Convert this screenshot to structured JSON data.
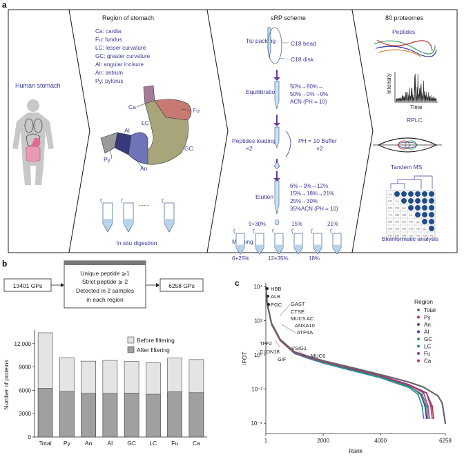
{
  "panel_a": {
    "label": "a",
    "col1": {
      "title": "Human stomach"
    },
    "col2": {
      "title": "Region of stomach",
      "legend": [
        "Ca: cardia",
        "Fu: fundus",
        "LC: lesser curvature",
        "GC: greater curvature",
        "AI: angular incisure",
        "An: antrum",
        "Py: pylorus"
      ],
      "region_labels": {
        "Ca": "Ca",
        "Fu": "Fu",
        "LC": "LC",
        "GC": "GC",
        "AI": "AI",
        "An": "An",
        "Py": "Py"
      },
      "caption": "In situ digestion",
      "dots": "......"
    },
    "col3": {
      "title": "sRP scheme",
      "tip_packing": "Tip packing",
      "c18_bead": "C18 bead",
      "c18_disk": "C18 disk",
      "equilibration": "Equilibration",
      "eq_lines": [
        "50%→80%→",
        "50%→0%→0%",
        "ACN (PH = 10)"
      ],
      "peptides_loading": [
        "Peptides loading",
        "×2"
      ],
      "ph_buffer": [
        "PH = 10 Buffer",
        "×2"
      ],
      "elution": "Elution",
      "elution_lines": [
        "6%→9%→12%",
        "15%→18%→21%",
        "25%→30%",
        "35%ACN (PH = 10)"
      ],
      "merging": "Merging",
      "tube_labels_top": [
        "9+30%",
        "15%",
        "21%"
      ],
      "tube_labels_bottom": [
        "6+25%",
        "12+35%",
        "18%"
      ]
    },
    "col4": {
      "title": "80 proteomes",
      "peptides": "Peptides",
      "intensity": "Intensity",
      "time": "Time",
      "rplc": "RPLC",
      "tandem_ms": "Tandem MS",
      "bioinformatic": "Bioinformatic analysis",
      "matrix_labels": [
        "Ca",
        "Fu",
        "GC",
        "LC",
        "AI",
        "An",
        "Py"
      ],
      "matrix_values": [
        "0.34",
        "0.93",
        "0.93",
        "0.9",
        "0.88",
        "0.88",
        "0.93",
        "0.91",
        "0.91",
        "0.90",
        "0.92",
        "0.90",
        "0.89",
        "0.93",
        "0.92",
        "0.91",
        "0.89",
        "0.88",
        "0.90",
        "0.90",
        "0.89"
      ]
    }
  },
  "panel_b": {
    "label": "b",
    "left_box": "13401 GPs",
    "right_box": "6258 GPs",
    "filter_lines": [
      "Unique peptide ⩾1",
      "Strict peptide ⩾ 2",
      "Detected in 2 samples",
      "in each region"
    ],
    "colors": {
      "before": "#e4e4e4",
      "after": "#a0a0a0"
    }
  },
  "panel_c": {
    "label": "c",
    "colors": {
      "Total": "#666666",
      "Py": "#b23a3a",
      "An": "#7a3a8a",
      "AI": "#3a3a9a",
      "GC": "#2f9a5a",
      "LC": "#2f8a9a",
      "Fu": "#8a3a8a",
      "Ca": "#c03080"
    },
    "annotations": [
      "HBB",
      "ALB",
      "PGC",
      "GAST",
      "CTSE",
      "MUC5 AC",
      "ANXA10",
      "ATP4A",
      "TFF2",
      "CLDN18",
      "VSIG1",
      "GIF",
      "MUC6"
    ]
  },
  "chart_data": [
    {
      "type": "bar",
      "categories": [
        "Total",
        "Py",
        "An",
        "AI",
        "GC",
        "LC",
        "Fu",
        "Ca"
      ],
      "series": [
        {
          "name": "Before filtering",
          "values": [
            13401,
            10200,
            9750,
            9850,
            9700,
            9550,
            10150,
            9950
          ]
        },
        {
          "name": "After filtering",
          "values": [
            6258,
            5850,
            5600,
            5600,
            5650,
            5500,
            5800,
            5700
          ]
        }
      ],
      "ylabel": "Number of proteins",
      "yticks": [
        0,
        3000,
        6000,
        9000,
        12000
      ],
      "ytick_labels": [
        "0",
        "3000",
        "6000",
        "9000",
        "12,000"
      ],
      "ylim": [
        0,
        13401
      ],
      "legend": "top-right"
    },
    {
      "type": "line",
      "xlabel": "Rank",
      "ylabel": "iFOT",
      "xticks": [
        1,
        2000,
        4000,
        6258
      ],
      "xtick_labels": [
        "1",
        "2000",
        "4000",
        "6258"
      ],
      "yscale": "log",
      "yticks": [
        0.0001,
        0.01,
        1,
        100,
        10000
      ],
      "ytick_labels": [
        "10⁻⁴",
        "10⁻²",
        "10⁰",
        "10²",
        "10⁴"
      ],
      "legend_title": "Region",
      "series": [
        {
          "name": "Total",
          "x": [
            1,
            50,
            200,
            500,
            1000,
            1500,
            2000,
            3000,
            4000,
            5000,
            5500,
            6000,
            6150,
            6258
          ],
          "y": [
            10000,
            1000,
            70,
            8,
            1.5,
            0.8,
            0.45,
            0.18,
            0.07,
            0.025,
            0.013,
            0.004,
            0.0015,
            0.0001
          ]
        },
        {
          "name": "Py",
          "x": [
            1,
            50,
            200,
            500,
            1000,
            1500,
            2000,
            3000,
            4000,
            5000,
            5600,
            5800,
            5850
          ],
          "y": [
            9000,
            900,
            60,
            7,
            1.3,
            0.7,
            0.4,
            0.16,
            0.06,
            0.018,
            0.006,
            0.001,
            0.0002
          ]
        },
        {
          "name": "An",
          "x": [
            1,
            50,
            200,
            500,
            1000,
            1500,
            2000,
            3000,
            4000,
            5000,
            5400,
            5550,
            5600
          ],
          "y": [
            9000,
            900,
            60,
            7,
            1.3,
            0.7,
            0.38,
            0.15,
            0.055,
            0.015,
            0.005,
            0.001,
            0.0002
          ]
        },
        {
          "name": "AI",
          "x": [
            1,
            50,
            200,
            500,
            1000,
            1500,
            2000,
            3000,
            4000,
            5000,
            5400,
            5550,
            5600
          ],
          "y": [
            9000,
            900,
            60,
            7,
            1.3,
            0.7,
            0.38,
            0.15,
            0.055,
            0.015,
            0.005,
            0.001,
            0.0002
          ]
        },
        {
          "name": "GC",
          "x": [
            1,
            50,
            200,
            500,
            1000,
            1500,
            2000,
            3000,
            4000,
            5000,
            5450,
            5600,
            5650
          ],
          "y": [
            9000,
            900,
            60,
            7,
            1.2,
            0.65,
            0.35,
            0.13,
            0.05,
            0.014,
            0.005,
            0.001,
            0.0002
          ]
        },
        {
          "name": "LC",
          "x": [
            1,
            50,
            200,
            500,
            1000,
            1500,
            2000,
            3000,
            4000,
            5000,
            5300,
            5450,
            5500
          ],
          "y": [
            9000,
            900,
            60,
            7,
            1.2,
            0.6,
            0.33,
            0.12,
            0.045,
            0.012,
            0.005,
            0.001,
            0.0002
          ]
        },
        {
          "name": "Fu",
          "x": [
            1,
            50,
            200,
            500,
            1000,
            1500,
            2000,
            3000,
            4000,
            5000,
            5600,
            5750,
            5800
          ],
          "y": [
            9000,
            900,
            60,
            7,
            1.3,
            0.7,
            0.4,
            0.16,
            0.06,
            0.018,
            0.006,
            0.001,
            0.0002
          ]
        },
        {
          "name": "Ca",
          "x": [
            1,
            50,
            200,
            500,
            1000,
            1500,
            2000,
            3000,
            4000,
            5000,
            5500,
            5650,
            5700
          ],
          "y": [
            9000,
            900,
            60,
            7,
            1.3,
            0.7,
            0.4,
            0.16,
            0.06,
            0.017,
            0.006,
            0.001,
            0.0002
          ]
        }
      ],
      "legend": "top-right"
    }
  ]
}
